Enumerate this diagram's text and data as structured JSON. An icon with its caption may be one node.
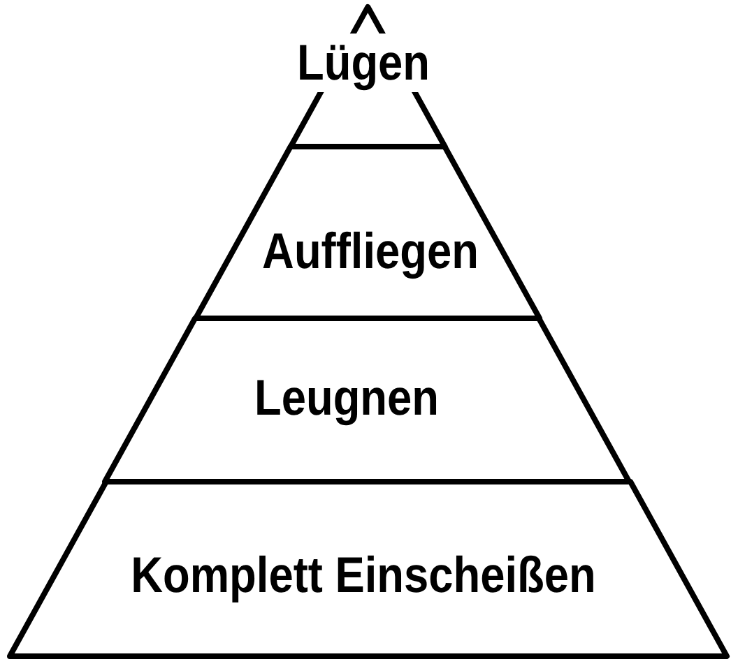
{
  "diagram": {
    "nodes": [
      {
        "text": [
          "Lügen"
        ]
      },
      {
        "text": [
          "Auffliegen"
        ]
      },
      {
        "text": [
          "Leugnen"
        ]
      },
      {
        "text": [
          "Komplett Einscheißen"
        ]
      }
    ]
  }
}
